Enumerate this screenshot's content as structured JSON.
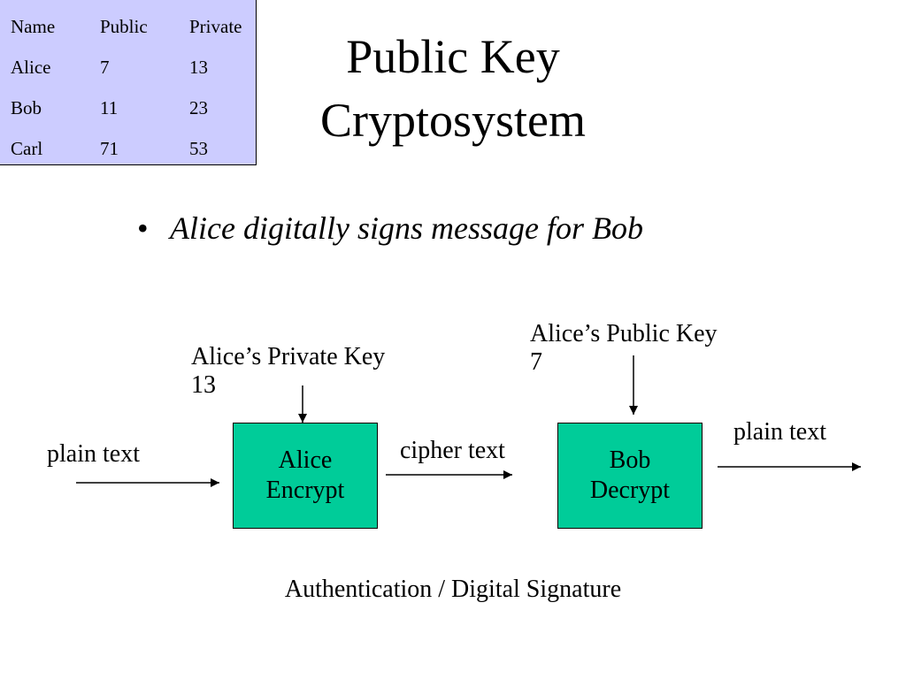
{
  "key_table": {
    "headers": [
      "Name",
      "Public",
      "Private"
    ],
    "rows": [
      [
        "Alice",
        "7",
        "13"
      ],
      [
        "Bob",
        "11",
        "23"
      ],
      [
        "Carl",
        "71",
        "53"
      ]
    ],
    "background": "#ccccff"
  },
  "slide": {
    "title_line1": "Public Key",
    "title_line2": "Cryptosystem",
    "bullet_symbol": "•",
    "bullet": "Alice digitally signs message for Bob"
  },
  "diagram": {
    "input_label": "plain text",
    "middle_label": "cipher text",
    "output_label": "plain text",
    "encrypt_box": {
      "line1": "Alice",
      "line2": "Encrypt"
    },
    "decrypt_box": {
      "line1": "Bob",
      "line2": "Decrypt"
    },
    "private_key_label": "Alice’s Private Key",
    "private_key_value": "13",
    "public_key_label": "Alice’s Public Key",
    "public_key_value": "7",
    "caption": "Authentication / Digital Signature",
    "box_color": "#00cc99"
  }
}
